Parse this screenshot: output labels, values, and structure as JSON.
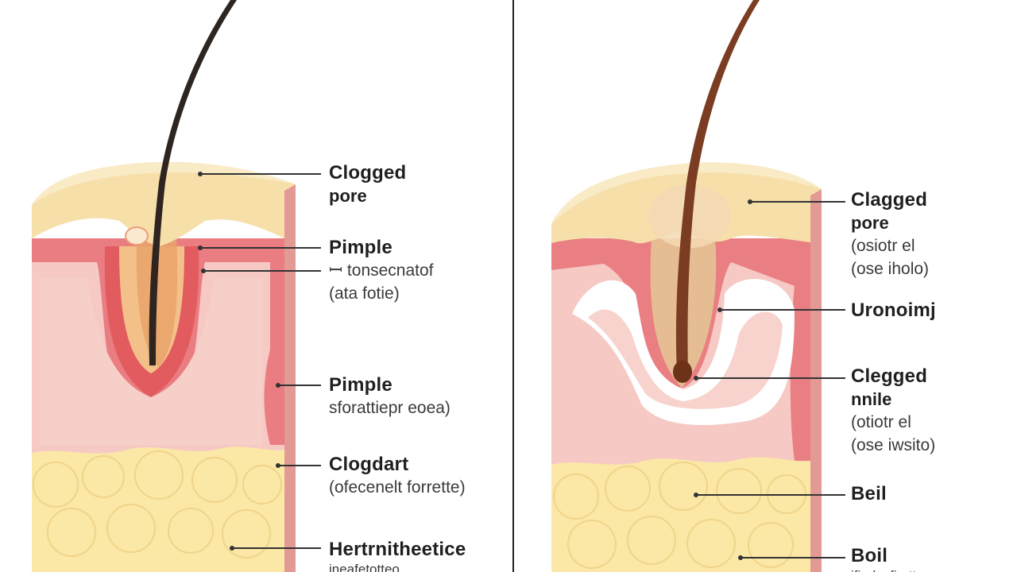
{
  "left_panel": {
    "labels": [
      {
        "title": "Clogged",
        "lines": [
          "pore"
        ]
      },
      {
        "title": "Pimple",
        "lines": [
          "ꟷ tonsecnatof",
          "(ata fotie)"
        ]
      },
      {
        "title": "Pimple",
        "lines": [
          "sforattiepr eoea)"
        ]
      },
      {
        "title": "Clogdart",
        "lines": [
          "(ofecenelt forrette)"
        ]
      },
      {
        "title": "Hertrnitheetice",
        "lines": [
          "ineafetotteo"
        ]
      }
    ]
  },
  "right_panel": {
    "labels": [
      {
        "title": "Clagged",
        "lines": [
          "pore",
          "(osiotr el",
          "(ose iholo)"
        ]
      },
      {
        "title": "Uronoimj",
        "lines": []
      },
      {
        "title": "Clegged",
        "lines": [
          "nnile",
          "(otiotr el",
          "(ose iwsito)"
        ]
      },
      {
        "title": "Beil",
        "lines": []
      },
      {
        "title": "Boil",
        "lines": [
          "ifiadsofiertta"
        ]
      }
    ]
  },
  "colors": {
    "epidermis": "#f7dfaa",
    "dermis_red": "#e8747a",
    "dermis_pink": "#f6c9c4",
    "fat": "#fbe7a6",
    "hair_left": "#2e2420",
    "hair_right": "#7a3c22",
    "leader_line": "#333333",
    "divider": "#222222"
  }
}
